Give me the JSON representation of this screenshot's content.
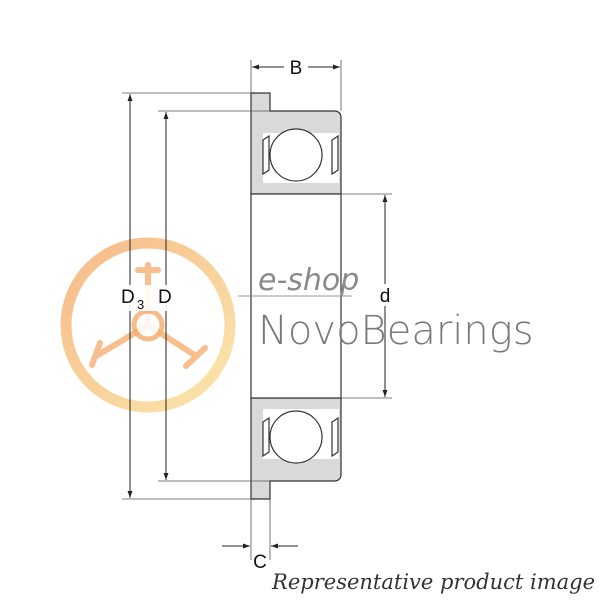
{
  "dimensions": {
    "width_label": "B",
    "flange_width_label": "C",
    "flange_outer_diameter_label": "D",
    "flange_outer_diameter_sub": "3",
    "outer_diameter_label": "D",
    "bore_diameter_label": "d"
  },
  "watermark": {
    "line1": "e-shop",
    "line2": "NovoBearings"
  },
  "caption": "Representative product image",
  "colors": {
    "ring_fill": "#d9d9d9",
    "outline": "#333333",
    "logo_orange": "#f5a25a",
    "logo_yellow": "#f7cf7a",
    "brand_text": "#7a7a7a"
  }
}
